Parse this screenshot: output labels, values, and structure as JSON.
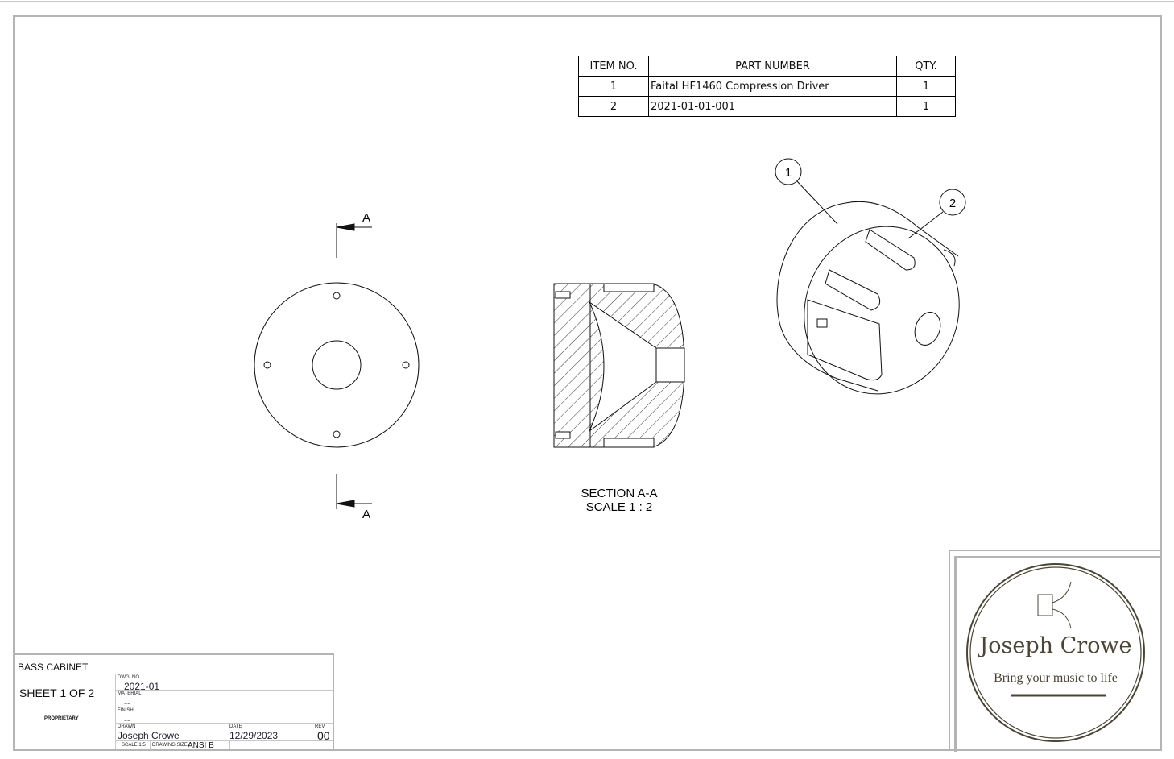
{
  "bom": {
    "headers": [
      "ITEM NO.",
      "PART NUMBER",
      "QTY."
    ],
    "rows": [
      {
        "item": "1",
        "part": "Faital HF1460 Compression Driver",
        "qty": "1"
      },
      {
        "item": "2",
        "part": "2021-01-01-001",
        "qty": "1"
      }
    ]
  },
  "views": {
    "section_letter_top": "A",
    "section_letter_bottom": "A",
    "section_title": "SECTION A-A",
    "section_scale": "SCALE 1 : 2",
    "balloons": [
      "1",
      "2"
    ]
  },
  "title_block": {
    "title": "BASS CABINET",
    "sheet": "SHEET 1 OF 2",
    "proprietary": "PROPRIETARY",
    "dwg_no_label": "DWG. NO.",
    "dwg_no": "2021-01",
    "material_label": "MATERIAL",
    "material": "--",
    "finish_label": "FINISH",
    "finish": "--",
    "drawn_label": "DRAWN",
    "drawn": "Joseph Crowe",
    "date_label": "DATE",
    "date": "12/29/2023",
    "rev_label": "REV.",
    "rev": "00",
    "scale_label": "SCALE:1:5",
    "size_label": "DRAWING SIZE",
    "size": "ANSI B"
  },
  "logo": {
    "name": "Joseph Crowe",
    "tagline": "Bring your music to life",
    "color": "#4a4536"
  }
}
